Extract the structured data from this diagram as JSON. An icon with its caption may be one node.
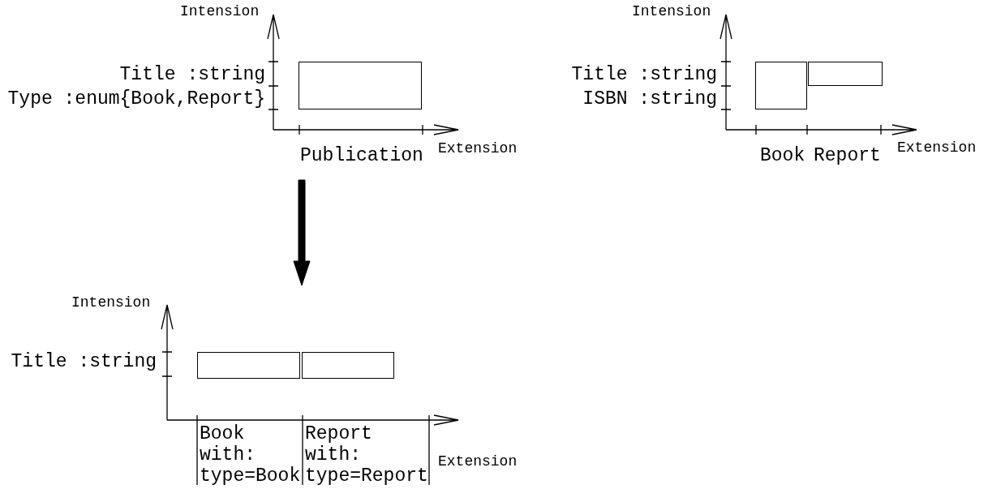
{
  "diagram": {
    "nodes": [
      {
        "text": [],
        "shape": "box"
      },
      {
        "text": [],
        "shape": "box"
      },
      {
        "text": [],
        "shape": "box"
      },
      {
        "text": [],
        "shape": "box"
      },
      {
        "text": [],
        "shape": "box"
      }
    ],
    "edges": [],
    "labels": [
      "Intension",
      "Intension",
      "Title :string",
      "Type :enum{Book,Report}",
      "Title :string",
      "ISBN :string",
      "Publication",
      "Extension",
      "Book",
      "Report",
      "Extension",
      "Intension",
      "Title :string",
      "Book with: type=Book",
      "Report with: type=Report",
      "Extension"
    ]
  }
}
